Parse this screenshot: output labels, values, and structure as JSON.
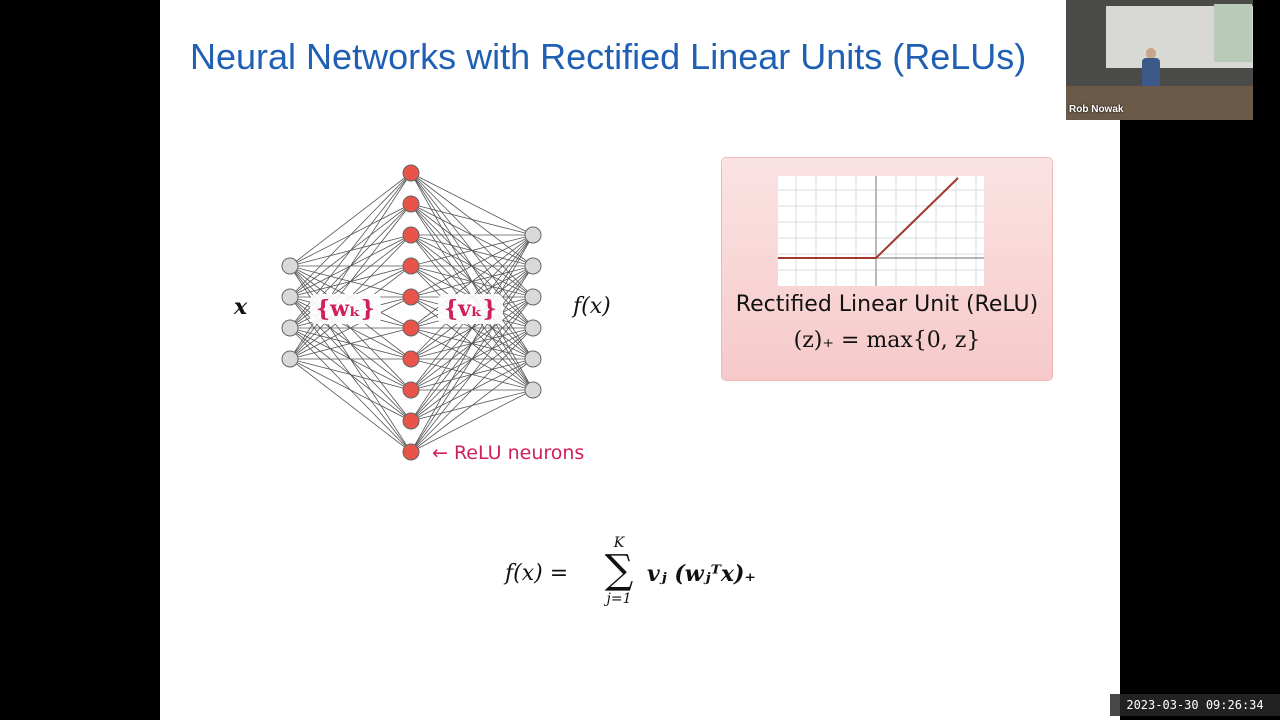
{
  "slide": {
    "title": "Neural Networks with Rectified Linear Units (ReLUs)",
    "network": {
      "input_label": "x",
      "output_label": "f(x)",
      "first_layer_weights": "{wₖ}",
      "second_layer_weights": "{vₖ}",
      "relu_caption": "← ReLU neurons",
      "input_nodes": 4,
      "hidden_nodes": 10,
      "output_nodes": 6,
      "hidden_color": "#e8534a",
      "io_color": "#d9d9d9"
    },
    "relu_box": {
      "name": "Rectified Linear Unit (ReLU)",
      "formula": "(z)₊ = max{0, z}",
      "line_color": "#a0382e"
    },
    "equation": {
      "lhs": "f(x)  =",
      "sum_upper": "K",
      "sum_sign": "∑",
      "sum_lower": "j=1",
      "rhs": "vⱼ (wⱼᵀx)₊"
    }
  },
  "webcam": {
    "presenter_name": "Rob Nowak"
  },
  "timestamp": "2023-03-30 09:26:34"
}
